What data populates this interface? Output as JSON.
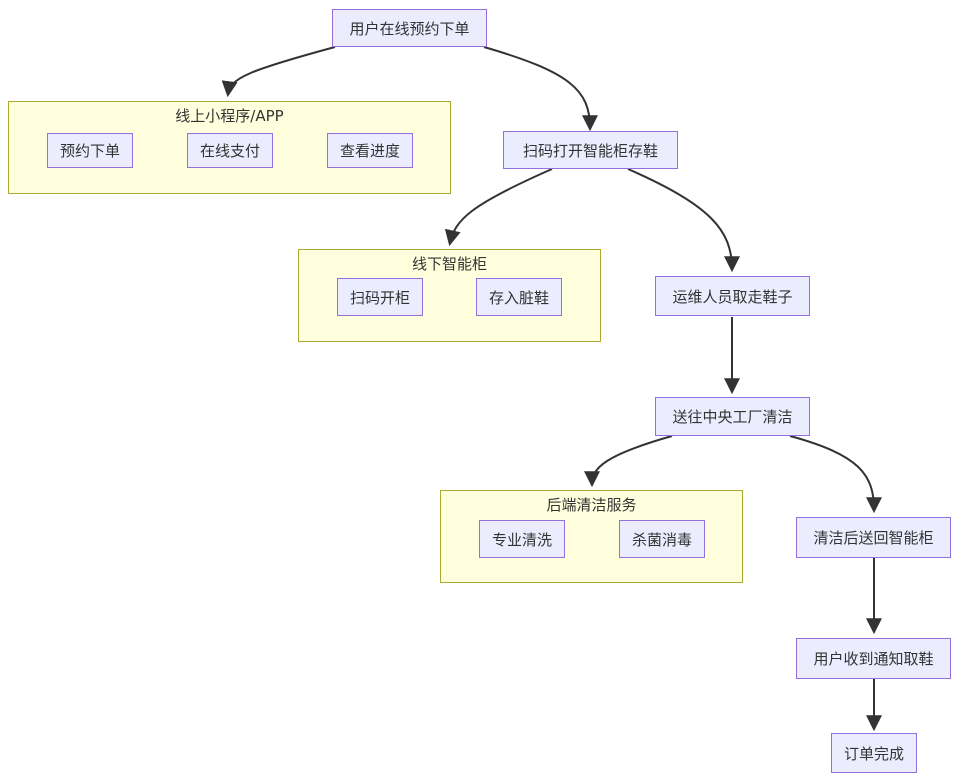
{
  "colors": {
    "node_fill": "#ececff",
    "node_border": "#9370db",
    "cluster_fill": "#ffffde",
    "cluster_border": "#aaaa33",
    "edge": "#333333",
    "text": "#333333"
  },
  "nodes": {
    "start": "用户在线预约下单",
    "scan_store": "扫码打开智能柜存鞋",
    "staff_pickup": "运维人员取走鞋子",
    "to_factory": "送往中央工厂清洁",
    "return_cabinet": "清洁后送回智能柜",
    "notify_user": "用户收到通知取鞋",
    "order_done": "订单完成"
  },
  "clusters": {
    "online": {
      "title": "线上小程序/APP",
      "items": [
        "预约下单",
        "在线支付",
        "查看进度"
      ]
    },
    "cabinet": {
      "title": "线下智能柜",
      "items": [
        "扫码开柜",
        "存入脏鞋"
      ]
    },
    "backend": {
      "title": "后端清洁服务",
      "items": [
        "专业清洗",
        "杀菌消毒"
      ]
    }
  }
}
